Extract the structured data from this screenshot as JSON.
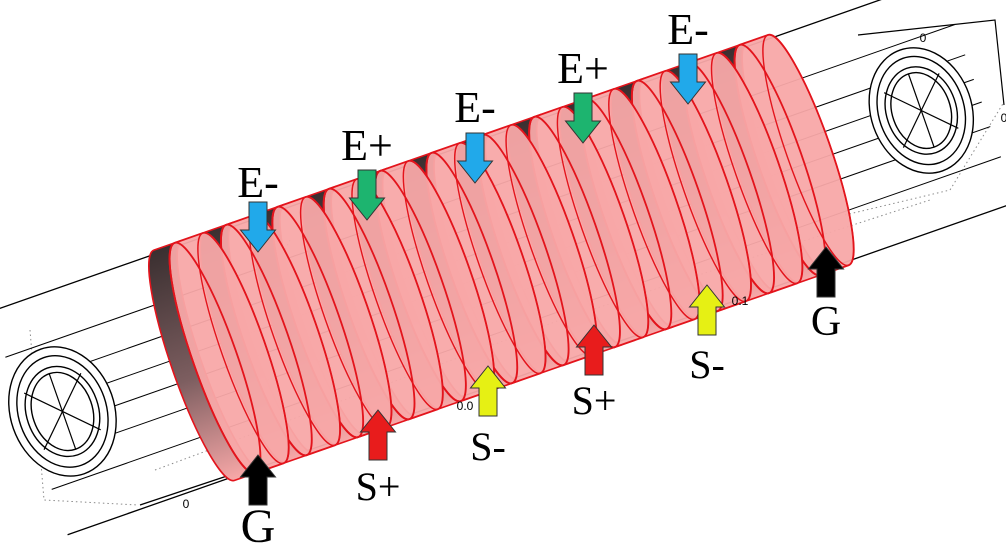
{
  "colors": {
    "ring_fill": "#f8a8a8",
    "ring_edge": "#e3141c",
    "ring_dark": "#3a2f30",
    "arrow_E_minus": "#21a9ea",
    "arrow_E_plus": "#1db46f",
    "arrow_S_plus": "#e81c1c",
    "arrow_S_minus": "#e6f014",
    "arrow_G": "#000000",
    "wire": "#000000"
  },
  "ring_count": 12,
  "electrodes_top": [
    {
      "label": "E-",
      "color_key": "arrow_E_minus"
    },
    {
      "label": "E+",
      "color_key": "arrow_E_plus"
    },
    {
      "label": "E-",
      "color_key": "arrow_E_minus"
    },
    {
      "label": "E+",
      "color_key": "arrow_E_plus"
    },
    {
      "label": "E-",
      "color_key": "arrow_E_minus"
    }
  ],
  "electrodes_bottom": [
    {
      "label": "G",
      "color_key": "arrow_G"
    },
    {
      "label": "S+",
      "color_key": "arrow_S_plus"
    },
    {
      "label": "S-",
      "color_key": "arrow_S_minus"
    },
    {
      "label": "S+",
      "color_key": "arrow_S_plus"
    },
    {
      "label": "S-",
      "color_key": "arrow_S_minus"
    },
    {
      "label": "G",
      "color_key": "arrow_G"
    }
  ],
  "axis_ticks": [
    {
      "text": "0"
    },
    {
      "text": "0.0"
    },
    {
      "text": "0.1"
    },
    {
      "text": "0"
    },
    {
      "text": "0"
    }
  ]
}
